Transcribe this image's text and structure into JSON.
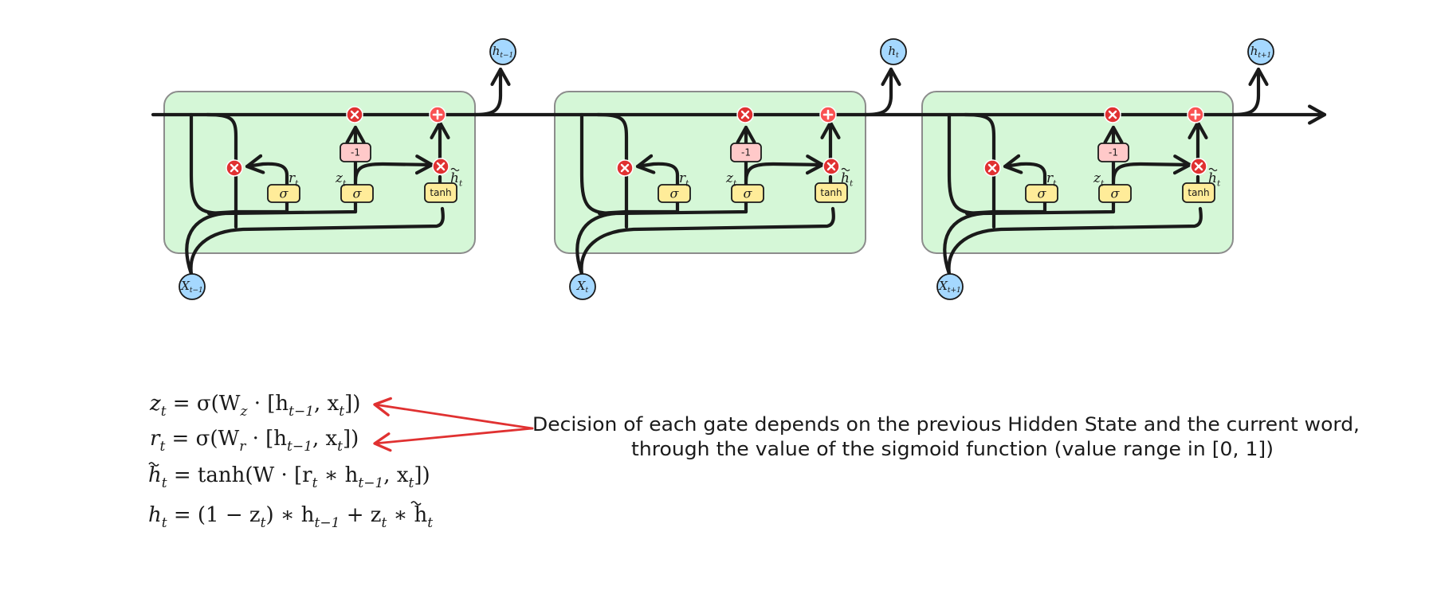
{
  "cells": [
    {
      "input": {
        "base": "X",
        "sub": "t−1"
      },
      "output": {
        "base": "h",
        "sub": "t−1"
      },
      "labels": {
        "r": {
          "base": "r",
          "sub": "t"
        },
        "z": {
          "base": "z",
          "sub": "t"
        },
        "htilde": {
          "base": "h",
          "sub": "t"
        }
      },
      "sigma_reset": "σ",
      "sigma_update": "σ",
      "tanh": "tanh",
      "minus": "-1"
    },
    {
      "input": {
        "base": "X",
        "sub": "t"
      },
      "output": {
        "base": "h",
        "sub": "t"
      },
      "labels": {
        "r": {
          "base": "r",
          "sub": "t"
        },
        "z": {
          "base": "z",
          "sub": "t"
        },
        "htilde": {
          "base": "h",
          "sub": "t"
        }
      },
      "sigma_reset": "σ",
      "sigma_update": "σ",
      "tanh": "tanh",
      "minus": "-1"
    },
    {
      "input": {
        "base": "X",
        "sub": "t+1"
      },
      "output": {
        "base": "h",
        "sub": "t+1"
      },
      "labels": {
        "r": {
          "base": "r",
          "sub": "t"
        },
        "z": {
          "base": "z",
          "sub": "t"
        },
        "htilde": {
          "base": "h",
          "sub": "t"
        }
      },
      "sigma_reset": "σ",
      "sigma_update": "σ",
      "tanh": "tanh",
      "minus": "-1"
    }
  ],
  "equations": {
    "z": {
      "lhs": {
        "base": "z",
        "sub": "t"
      },
      "p1": " = σ(W",
      "p1sub": "z",
      "p2": " · [h",
      "p2sub": "t−1",
      "p3": ", x",
      "p3sub": "t",
      "p4": "])"
    },
    "r": {
      "lhs": {
        "base": "r",
        "sub": "t"
      },
      "p1": " = σ(W",
      "p1sub": "r",
      "p2": " · [h",
      "p2sub": "t−1",
      "p3": ", x",
      "p3sub": "t",
      "p4": "])"
    },
    "htilde": {
      "lhs": {
        "base": "h",
        "sub": "t"
      },
      "p1": " = tanh(W · [r",
      "p1sub": "t",
      "p2": " ∗ h",
      "p2sub": "t−1",
      "p3": ", x",
      "p3sub": "t",
      "p4": "])"
    },
    "h": {
      "lhs": {
        "base": "h",
        "sub": "t"
      },
      "p1": " = (1 − z",
      "p1sub": "t",
      "p2": ") ∗ h",
      "p2sub": "t−1",
      "p3": " + z",
      "p3sub": "t",
      "p4": " ∗ h",
      "p4sub": "t"
    }
  },
  "annotation": {
    "line1": "Decision of each gate depends on the previous Hidden State and the current word,",
    "line2": "through the value of the sigmoid function (value range in [0, 1])"
  },
  "colors": {
    "cell_fill": "#d5f7d7",
    "cell_stroke": "#8c8c8c",
    "node_fill": "#a5d8ff",
    "sigma_fill": "#ffec99",
    "minus_fill": "#ffc9c9",
    "multiply_fill": "#e03131",
    "add_fill": "#fa5252",
    "arrow_red": "#e03131",
    "line": "#1a1a1a"
  },
  "icons": {
    "multiply": "multiply-icon",
    "add": "plus-icon",
    "arrow": "arrow-icon"
  }
}
